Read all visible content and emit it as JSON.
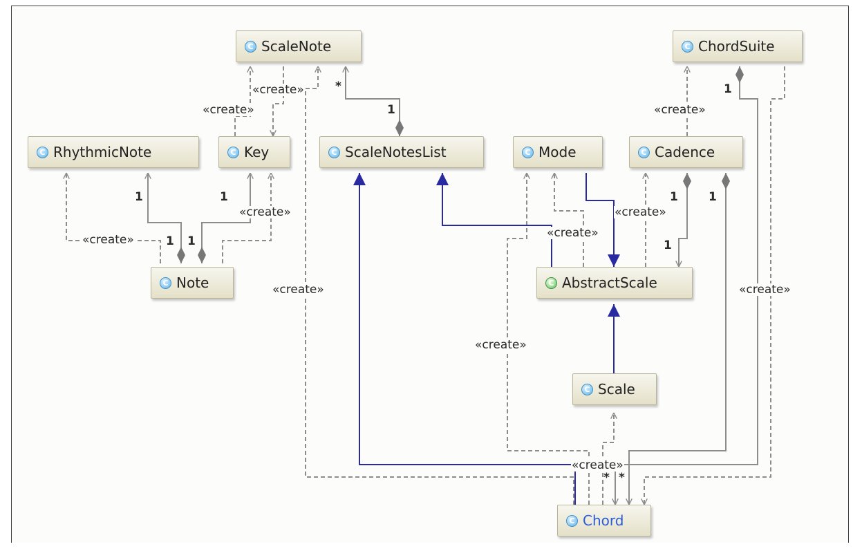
{
  "diagram": {
    "nodes": {
      "scalenote": "ScaleNote",
      "chordsuite": "ChordSuite",
      "rhythmicnote": "RhythmicNote",
      "key": "Key",
      "scalenoteslist": "ScaleNotesList",
      "mode": "Mode",
      "cadence": "Cadence",
      "note": "Note",
      "abstractscale": "AbstractScale",
      "scale": "Scale",
      "chord": "Chord"
    },
    "class_icon": "C",
    "labels": {
      "create": "«create»",
      "one": "1",
      "many": "*"
    },
    "colors": {
      "dependency": "#8c8c8c",
      "association": "#8c8c8c",
      "generalization": "#2a2aa0",
      "highlight": "#2a5bd7"
    }
  }
}
